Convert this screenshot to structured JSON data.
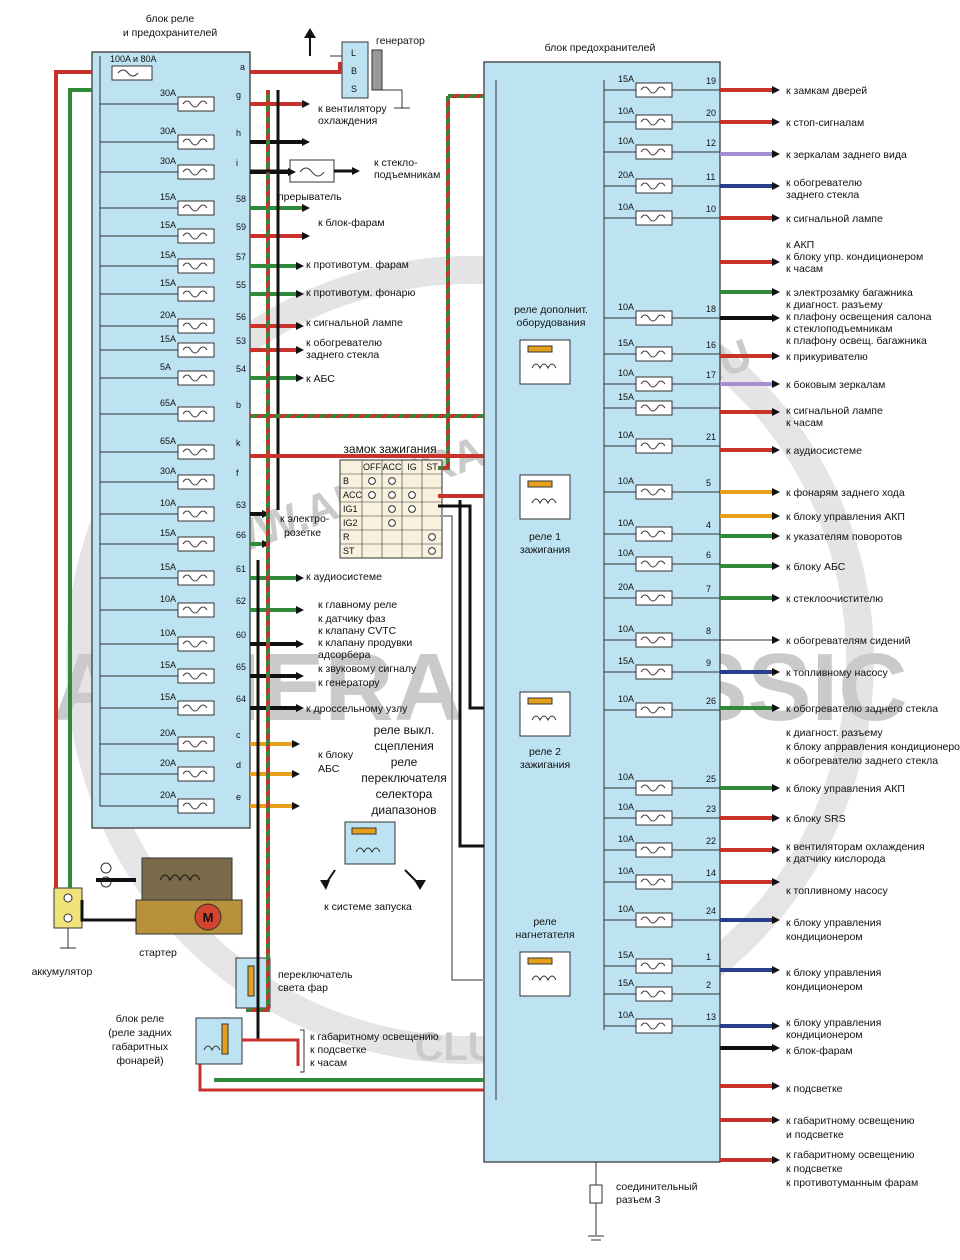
{
  "watermark": {
    "main": "ALMERA CLASSIC",
    "arc": "WWW.ALMERA-CLASSIC.RU",
    "club": "CLUB"
  },
  "left_block": {
    "title_line1": "блок реле",
    "title_line2": "и предохранителей",
    "main_fuse": "100A и 80A",
    "fuses": [
      {
        "rating": "30A",
        "pin": "g"
      },
      {
        "rating": "30A",
        "pin": "h"
      },
      {
        "rating": "30A",
        "pin": "i"
      },
      {
        "rating": "15A",
        "pin": "58"
      },
      {
        "rating": "15A",
        "pin": "59"
      },
      {
        "rating": "15A",
        "pin": "57"
      },
      {
        "rating": "15A",
        "pin": "55"
      },
      {
        "rating": "20A",
        "pin": "56"
      },
      {
        "rating": "15A",
        "pin": "53"
      },
      {
        "rating": "5A",
        "pin": "54"
      },
      {
        "rating": "65A",
        "pin": "b"
      },
      {
        "rating": "65A",
        "pin": "k"
      },
      {
        "rating": "30A",
        "pin": "f"
      },
      {
        "rating": "10A",
        "pin": "63"
      },
      {
        "rating": "15A",
        "pin": "66"
      },
      {
        "rating": "15A",
        "pin": "61"
      },
      {
        "rating": "10A",
        "pin": "62"
      },
      {
        "rating": "10A",
        "pin": "60"
      },
      {
        "rating": "15A",
        "pin": "65"
      },
      {
        "rating": "15A",
        "pin": "64"
      },
      {
        "rating": "20A",
        "pin": "c"
      },
      {
        "rating": "20A",
        "pin": "d"
      },
      {
        "rating": "20A",
        "pin": "e"
      }
    ],
    "pin_a": "a"
  },
  "left_labels": [
    "к вентилятору",
    "охлаждения",
    "к стекло-",
    "подъемникам",
    "прерыватель",
    "к блок-фарам",
    "к противотум. фарам",
    "к противотум. фонарю",
    "к сигнальной лампе",
    "к обогревателю",
    "заднего стекла",
    "к АБС",
    "к электро-",
    "розетке",
    "к аудиосистеме",
    "к главному реле",
    "к датчику фаз",
    "к клапану CVTC",
    "к клапану продувки",
    "адсорбера",
    "к звуковому сигналу",
    "к генератору",
    "к дроссельному узлу",
    "к блоку",
    "АБС"
  ],
  "generator": {
    "label": "генератор",
    "pins": [
      "L",
      "B",
      "S"
    ]
  },
  "ignition": {
    "title": "замок зажигания",
    "cols": [
      "OFF",
      "ACC",
      "IG",
      "ST"
    ],
    "rows": [
      "B",
      "ACC",
      "IG1",
      "IG2",
      "R",
      "ST"
    ]
  },
  "clutch_relay": {
    "lines": [
      "реле выкл.",
      "сцепления",
      "реле",
      "переключателя",
      "селектора",
      "диапазонов"
    ],
    "start": "к системе запуска"
  },
  "battery": {
    "label": "аккумулятор"
  },
  "starter": {
    "label": "стартер",
    "motor": "M"
  },
  "headlight_switch": {
    "line1": "переключатель",
    "line2": "света фар"
  },
  "tail_relay": {
    "lines": [
      "блок реле",
      "(реле задних",
      "габаритных",
      "фонарей)"
    ]
  },
  "tail_outputs": [
    "к габаритному освещению",
    "к подсветке",
    "к часам"
  ],
  "right_block": {
    "title": "блок предохранителей",
    "relays": [
      "реле дополнит.",
      "оборудования",
      "реле 1",
      "зажигания",
      "реле 2",
      "зажигания",
      "реле",
      "нагнетателя"
    ],
    "fuses": [
      {
        "rating": "15A",
        "pin": "19"
      },
      {
        "rating": "10A",
        "pin": "20"
      },
      {
        "rating": "10A",
        "pin": "12"
      },
      {
        "rating": "20A",
        "pin": "11"
      },
      {
        "rating": "10A",
        "pin": "10"
      },
      {
        "rating": "10A",
        "pin": "18"
      },
      {
        "rating": "15A",
        "pin": "16"
      },
      {
        "rating": "10A",
        "pin": "17"
      },
      {
        "rating": "15A",
        "pin": ""
      },
      {
        "rating": "10A",
        "pin": "21"
      },
      {
        "rating": "10A",
        "pin": "5"
      },
      {
        "rating": "10A",
        "pin": "4"
      },
      {
        "rating": "10A",
        "pin": "6"
      },
      {
        "rating": "20A",
        "pin": "7"
      },
      {
        "rating": "10A",
        "pin": "8"
      },
      {
        "rating": "15A",
        "pin": "9"
      },
      {
        "rating": "10A",
        "pin": "26"
      },
      {
        "rating": "10A",
        "pin": "25"
      },
      {
        "rating": "10A",
        "pin": "23"
      },
      {
        "rating": "10A",
        "pin": "22"
      },
      {
        "rating": "10A",
        "pin": "14"
      },
      {
        "rating": "10A",
        "pin": "24"
      },
      {
        "rating": "15A",
        "pin": "1"
      },
      {
        "rating": "15A",
        "pin": "2"
      },
      {
        "rating": "10A",
        "pin": "13"
      }
    ],
    "connector": [
      "соединительный",
      "разъем 3"
    ]
  },
  "right_labels": [
    "к замкам дверей",
    "к стоп-сигналам",
    "к зеркалам заднего вида",
    "к обогревателю",
    "заднего стекла",
    "к сигнальной лампе",
    "к АКП",
    "к блоку упр. кондиционером",
    "к часам",
    "к электрозамку багажника",
    "к диагност. разъему",
    "к плафону освещения салона",
    "к стеклоподъемникам",
    "к плафону освещ. багажника",
    "к прикуривателю",
    "к боковым зеркалам",
    "к сигнальной лампе",
    "к часам",
    "к аудиосистеме",
    "к фонарям заднего хода",
    "к блоку управления АКП",
    "к указателям поворотов",
    "к блоку АБС",
    "к стеклоочистителю",
    "к обогревателям сидений",
    "к топливному насосу",
    "к обогревателю заднего стекла",
    "к диагност. разъему",
    "к блоку апрравления кондиционером",
    "к обогревателю заднего стекла",
    "к блоку управления АКП",
    "к блоку SRS",
    "к вентиляторам охлаждения",
    "к датчику кислорода",
    "к топливному насосу",
    "к блоку управления",
    "кондиционером",
    "к блоку управления",
    "кондиционером",
    "к блоку управления",
    "кондиционером",
    "к блок-фарам",
    "к подсветке",
    "к габаритному освещению",
    "и подсветке",
    "к габаритному освещению",
    "к подсветке",
    "к противотуманным фарам"
  ],
  "colors": {
    "block_fill": "#bde3f2",
    "block_stroke": "#3a3a3a",
    "wire_red": "#c8322a",
    "wire_green": "#2f8a3a",
    "wire_black": "#1a1a1a",
    "wire_orange": "#e6a01c"
  }
}
